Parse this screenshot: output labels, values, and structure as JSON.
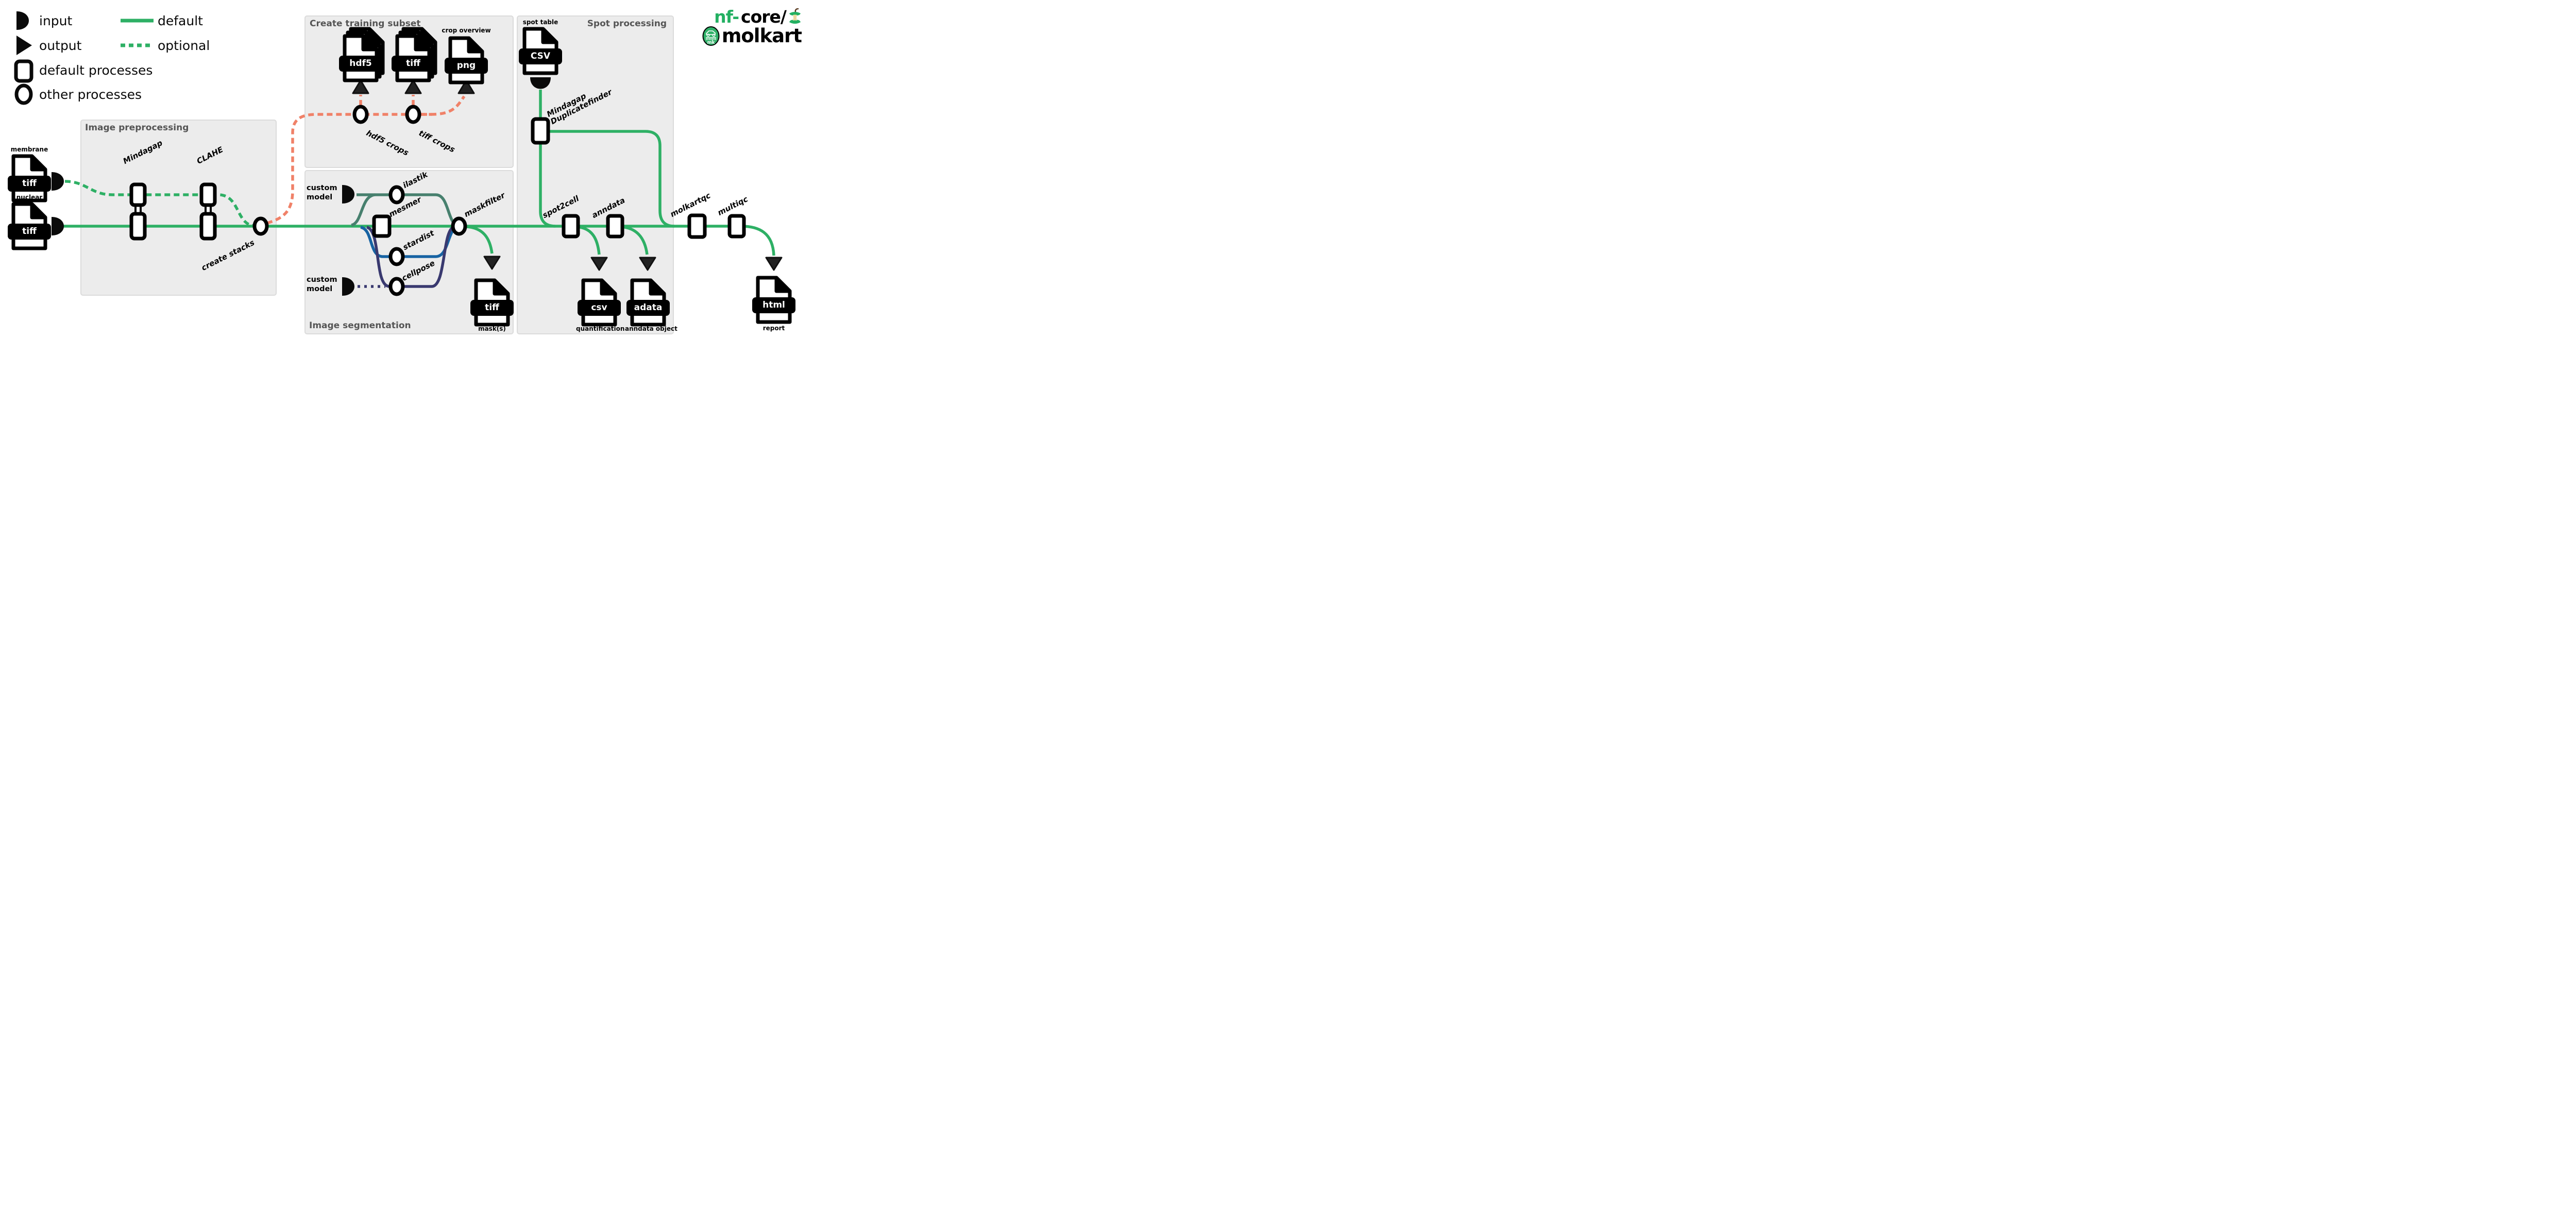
{
  "colors": {
    "green": "#2EB065",
    "logo_green": "#23B062",
    "salmon": "#F08168",
    "teal": "#47806E",
    "blue": "#1763A3",
    "navy": "#39396F",
    "box_bg": "#ececec",
    "box_border": "#dbdbdb",
    "title": "#555555"
  },
  "legend": {
    "input": "input",
    "output": "output",
    "default_processes": "default processes",
    "other_processes": "other processes",
    "default_line": "default",
    "optional_line": "optional"
  },
  "logo": {
    "nf": "nf-",
    "core": "core/",
    "name": "molkart",
    "badge": "mk"
  },
  "boxes": {
    "preprocessing": "Image preprocessing",
    "training": "Create training subset",
    "segmentation": "Image segmentation",
    "spot": "Spot processing"
  },
  "labels": {
    "membrane": "membrane",
    "nuclear": "nuclear",
    "crop_overview": "crop overview",
    "spot_table": "spot table",
    "mask": "mask(s)",
    "quantification": "quantification",
    "anndata_object": "anndata object",
    "report": "report"
  },
  "files": {
    "membrane_ext": "tiff",
    "nuclear_ext": "tiff",
    "hdf5_ext": "hdf5",
    "tiff_ext": "tiff",
    "png_ext": "png",
    "spot_ext": "CSV",
    "mask_ext": "tiff",
    "quant_ext": "csv",
    "adata_ext": "adata",
    "report_ext": "html"
  },
  "processes": {
    "mindagap": "Mindagap",
    "clahe": "CLAHE",
    "create_stacks": "create stacks",
    "hdf5_crops": "hdf5 crops",
    "tiff_crops": "tiff crops",
    "custom_model_line1": "custom",
    "custom_model_line2": "model",
    "ilastik": "ilastik",
    "mesmer": "mesmer",
    "stardist": "stardist",
    "cellpose": "cellpose",
    "maskfilter": "maskfilter",
    "dupfinder_line1": "Mindagap",
    "dupfinder_line2": "Duplicatefinder",
    "spot2cell": "spot2cell",
    "anndata": "anndata",
    "molkartqc": "molkartqc",
    "multiqc": "multiqc"
  }
}
